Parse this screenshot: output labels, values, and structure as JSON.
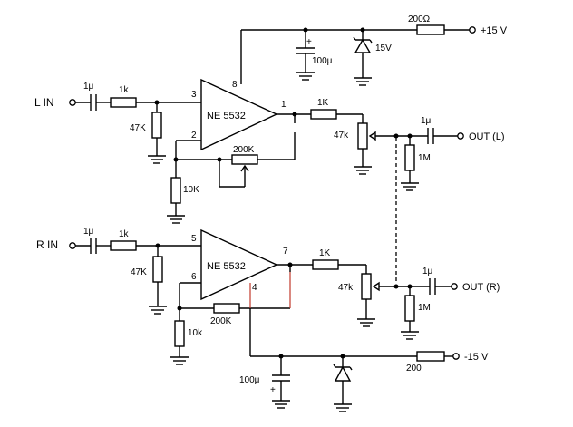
{
  "labels": {
    "l_in": "L IN",
    "r_in": "R IN",
    "out_l": "OUT (L)",
    "out_r": "OUT (R)",
    "plus_supply": "+15 V",
    "minus_supply": "-15 V",
    "opamp_top": "NE 5532",
    "opamp_bottom": "NE 5532"
  },
  "pins": {
    "top": {
      "noninv": "3",
      "inv": "2",
      "vcc": "8",
      "out": "1"
    },
    "bottom": {
      "noninv": "5",
      "inv": "6",
      "vee": "4",
      "out": "7"
    }
  },
  "components": {
    "c_in_l": "1μ",
    "r_in_l": "1k",
    "r_bias_l": "47K",
    "r_fb_l": "200K",
    "r_gnd_l": "10K",
    "r_out_l": "1K",
    "pot_l": "47k",
    "c_out_l": "1μ",
    "r_load_l": "1M",
    "r_supply_plus": "200Ω",
    "c_supply_plus": "100μ",
    "zener_plus": "15V",
    "c_in_r": "1μ",
    "r_in_r": "1k",
    "r_bias_r": "47K",
    "r_fb_r": "200K",
    "r_gnd_r": "10k",
    "r_out_r": "1K",
    "pot_r": "47k",
    "c_out_r": "1μ",
    "r_load_r": "1M",
    "r_supply_minus": "200",
    "c_supply_minus": "100μ",
    "cap_polarity": "+"
  }
}
